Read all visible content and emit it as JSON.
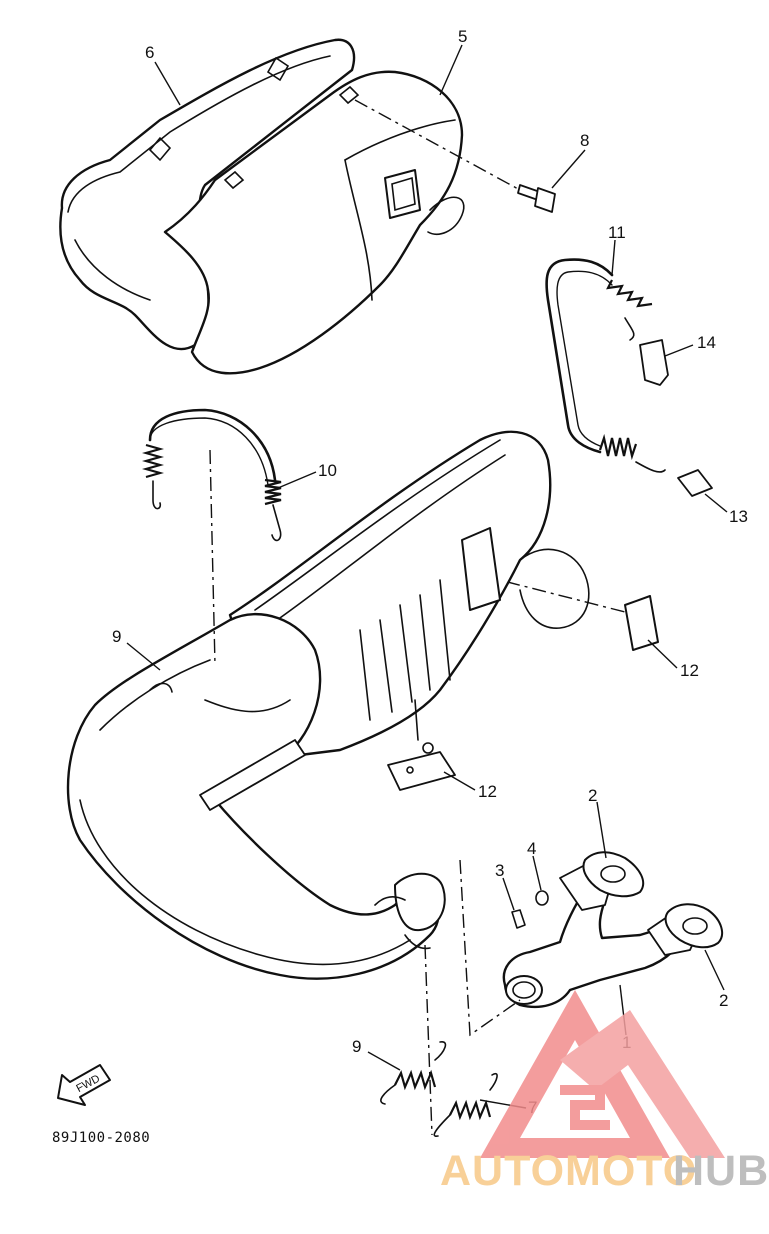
{
  "diagram": {
    "part_labels": [
      {
        "id": "p1",
        "number": "1"
      },
      {
        "id": "p2a",
        "number": "2"
      },
      {
        "id": "p2b",
        "number": "2"
      },
      {
        "id": "p3",
        "number": "3"
      },
      {
        "id": "p4",
        "number": "4"
      },
      {
        "id": "p5",
        "number": "5"
      },
      {
        "id": "p6",
        "number": "6"
      },
      {
        "id": "p7",
        "number": "7"
      },
      {
        "id": "p8",
        "number": "8"
      },
      {
        "id": "p9a",
        "number": "9"
      },
      {
        "id": "p9b",
        "number": "9"
      },
      {
        "id": "p10",
        "number": "10"
      },
      {
        "id": "p11",
        "number": "11"
      },
      {
        "id": "p12a",
        "number": "12"
      },
      {
        "id": "p12b",
        "number": "12"
      },
      {
        "id": "p13",
        "number": "13"
      },
      {
        "id": "p14",
        "number": "14"
      }
    ],
    "fwd_arrow_label": "FWD",
    "drawing_code": "89J100-2080"
  },
  "watermark": {
    "brand_part1": "AUTOMOTO",
    "brand_part2": "HUB",
    "colors": {
      "orange": "#f7c887",
      "pink": "#f4a0a0",
      "gray": "#b3b3b3",
      "red": "#f08a8a"
    }
  }
}
